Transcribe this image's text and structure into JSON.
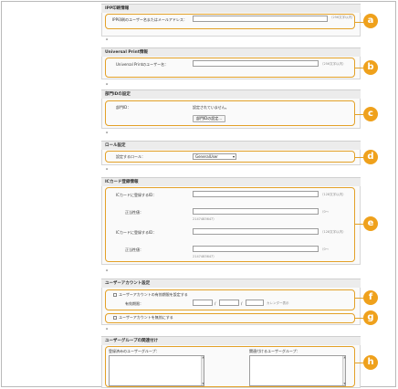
{
  "sections": {
    "ipp": {
      "title": "IPP印刷情報",
      "label": "IPP印刷のユーザー名またはメールアドレス：",
      "note": "（256文字以内）"
    },
    "universal": {
      "title": "Universal Print情報",
      "label": "Universal Printのユーザー名：",
      "note": "（256文字以内）"
    },
    "dept": {
      "title": "部門IDの設定",
      "label": "部門ID：",
      "status": "設定されていません。",
      "button": "部門IDの設定..."
    },
    "role": {
      "title": "ロール設定",
      "label": "設定するロール：",
      "value": "GeneralUser"
    },
    "card": {
      "title": "ICカード登録情報",
      "card1_label": "ICカードに登録するID：",
      "card1_note": "（128文字以内）",
      "pin1_label": "正当性値：",
      "pin1_note_a": "（0～",
      "pin1_note_b": "2147483647）",
      "card2_label": "ICカードに登録するID：",
      "card2_note": "（128文字以内）",
      "pin2_label": "正当性値：",
      "pin2_note_a": "（0～",
      "pin2_note_b": "2147483647）"
    },
    "account": {
      "title": "ユーザーアカウント設定",
      "expiry_check": "ユーザーアカウントの有効期限を設定する",
      "expiry_label": "有効期限：",
      "slash1": "/",
      "slash2": "/",
      "expiry_note": "カレンダー表示",
      "disable_check": "ユーザーアカウントを無効にする"
    },
    "groups": {
      "title": "ユーザーグループの関連付け",
      "left_label": "登録済みのユーザーグループ：",
      "right_label": "関連付けるユーザーグループ："
    }
  },
  "badges": [
    "a",
    "b",
    "c",
    "d",
    "e",
    "f",
    "g",
    "h"
  ],
  "colors": {
    "accent": "#efa11c",
    "header_bg": "#ececec"
  },
  "icons": {
    "section_marker": "scissors-divider-icon",
    "collapse": "arrow-icon"
  }
}
